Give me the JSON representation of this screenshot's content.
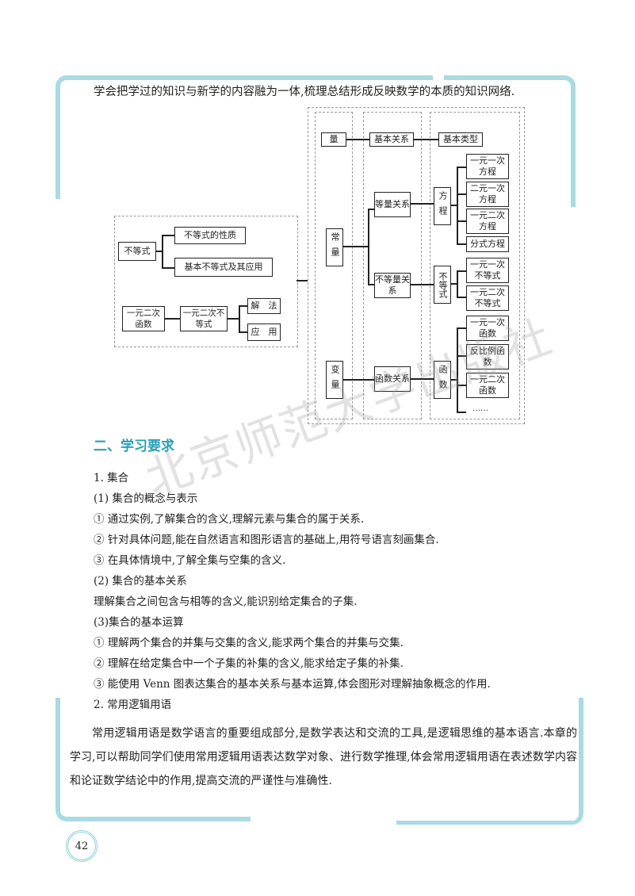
{
  "intro": "学会把学过的知识与新学的内容融为一体,梳理总结形成反映数学的本质的知识网络.",
  "diagram": {
    "left": {
      "inequality": "不等式",
      "ineq_children": [
        "不等式的性质",
        "基本不等式及其应用"
      ],
      "quad_func": "一元二次函数",
      "quad_ineq": "一元二次不等式",
      "quad_children": [
        "解　法",
        "应　用"
      ]
    },
    "right": {
      "header": [
        "量",
        "基本关系",
        "基本类型"
      ],
      "constant": "常量",
      "variable": "变量",
      "equal_rel": "等量关系",
      "unequal_rel": "不等量关系",
      "func_rel": "函数关系",
      "equation": "方程",
      "inequality": "不等式",
      "function": "函数",
      "equation_types": [
        "一元一次方程",
        "二元一次方程",
        "一元二次方程",
        "分式方程"
      ],
      "inequality_types": [
        "一元一次不等式",
        "一元二次不等式"
      ],
      "function_types": [
        "一元一次函数",
        "反比例函数",
        "一元二次函数",
        "……"
      ]
    }
  },
  "watermark": "北京师范大学出版社",
  "section_title": "二、学习要求",
  "lines": [
    "1. 集合",
    "(1) 集合的概念与表示",
    "① 通过实例,了解集合的含义,理解元素与集合的属于关系.",
    "② 针对具体问题,能在自然语言和图形语言的基础上,用符号语言刻画集合.",
    "③ 在具体情境中,了解全集与空集的含义.",
    "(2) 集合的基本关系",
    "理解集合之间包含与相等的含义,能识别给定集合的子集.",
    "(3)集合的基本运算",
    "① 理解两个集合的并集与交集的含义,能求两个集合的并集与交集.",
    "② 理解在给定集合中一个子集的补集的含义,能求给定子集的补集.",
    "③ 能使用 Venn 图表达集合的基本关系与基本运算,体会图形对理解抽象概念的作用.",
    "2. 常用逻辑用语"
  ],
  "logic_paragraph": "常用逻辑用语是数学语言的重要组成部分,是数学表达和交流的工具,是逻辑思维的基本语言.本章的学习,可以帮助同学们使用常用逻辑用语表达数学对象、进行数学推理,体会常用逻辑用语在表述数学内容和论证数学结论中的作用,提高交流的严谨性与准确性.",
  "page_number": "42"
}
